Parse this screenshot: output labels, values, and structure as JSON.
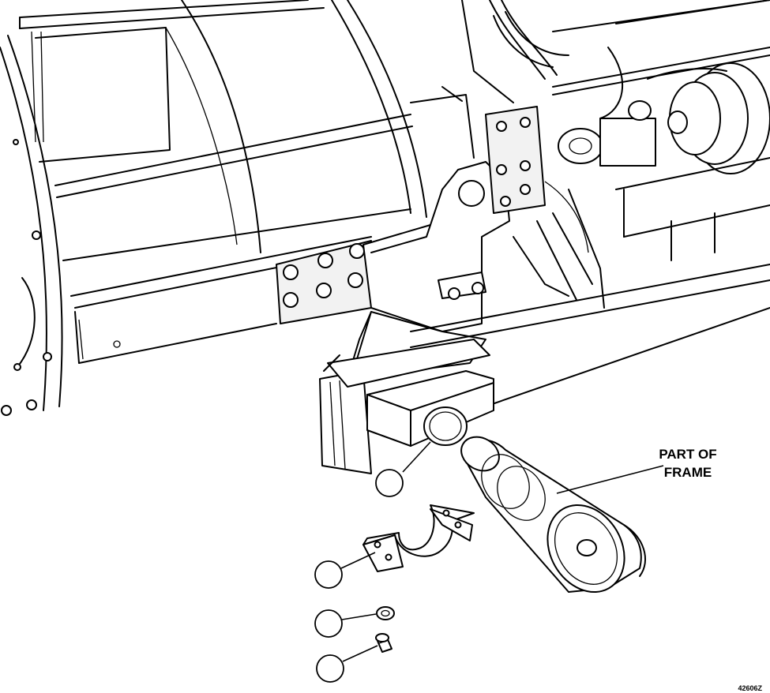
{
  "label": {
    "line1": "PART OF",
    "line2": "FRAME"
  },
  "figure_id": "42606Z",
  "callouts": [
    {
      "name": "callout-pivot-bushing",
      "text": ""
    },
    {
      "name": "callout-strap-clamp",
      "text": ""
    },
    {
      "name": "callout-washer",
      "text": ""
    },
    {
      "name": "callout-bolt",
      "text": ""
    }
  ]
}
